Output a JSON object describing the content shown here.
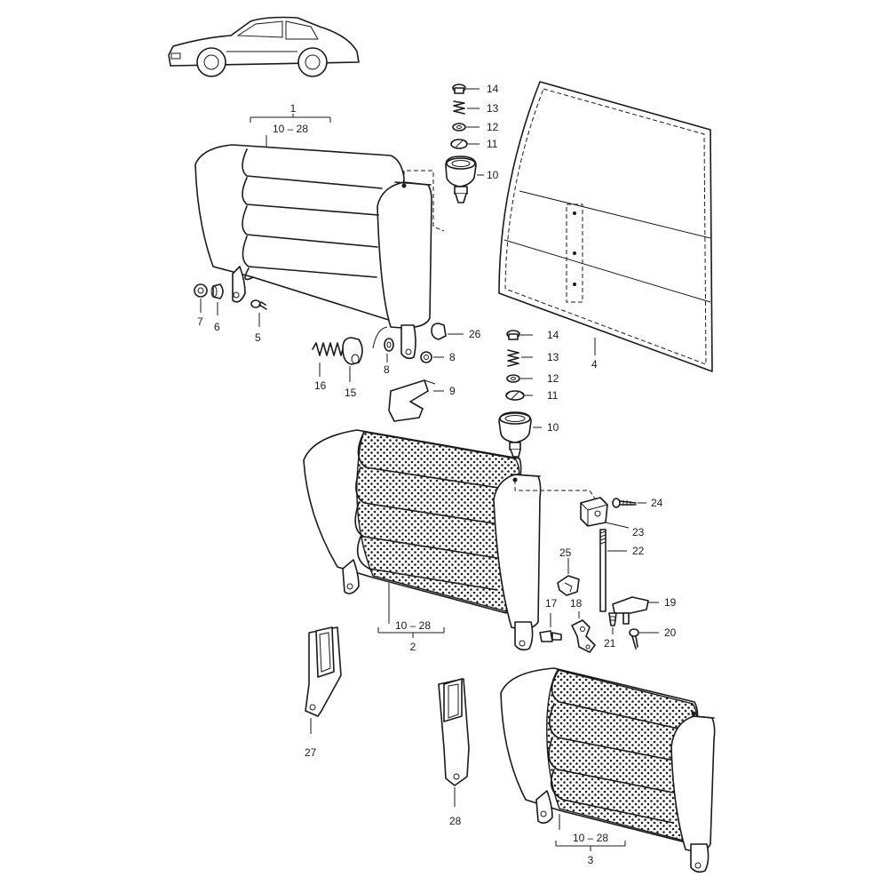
{
  "callouts": {
    "c1": "1",
    "c1_range": "10 – 28",
    "c2": "2",
    "c2_range": "10 – 28",
    "c3": "3",
    "c3_range": "10 – 28",
    "c4": "4",
    "c5": "5",
    "c6": "6",
    "c7": "7",
    "c8a": "8",
    "c8b": "8",
    "c9": "9",
    "c10a": "10",
    "c10b": "10",
    "c11a": "11",
    "c11b": "11",
    "c12a": "12",
    "c12b": "12",
    "c13a": "13",
    "c13b": "13",
    "c14a": "14",
    "c14b": "14",
    "c15": "15",
    "c16": "16",
    "c17": "17",
    "c18": "18",
    "c19": "19",
    "c20": "20",
    "c21": "21",
    "c22": "22",
    "c23": "23",
    "c24": "24",
    "c25": "25",
    "c26": "26",
    "c27": "27",
    "c28": "28"
  },
  "colors": {
    "ink": "#1a1a1a",
    "background": "#ffffff"
  }
}
